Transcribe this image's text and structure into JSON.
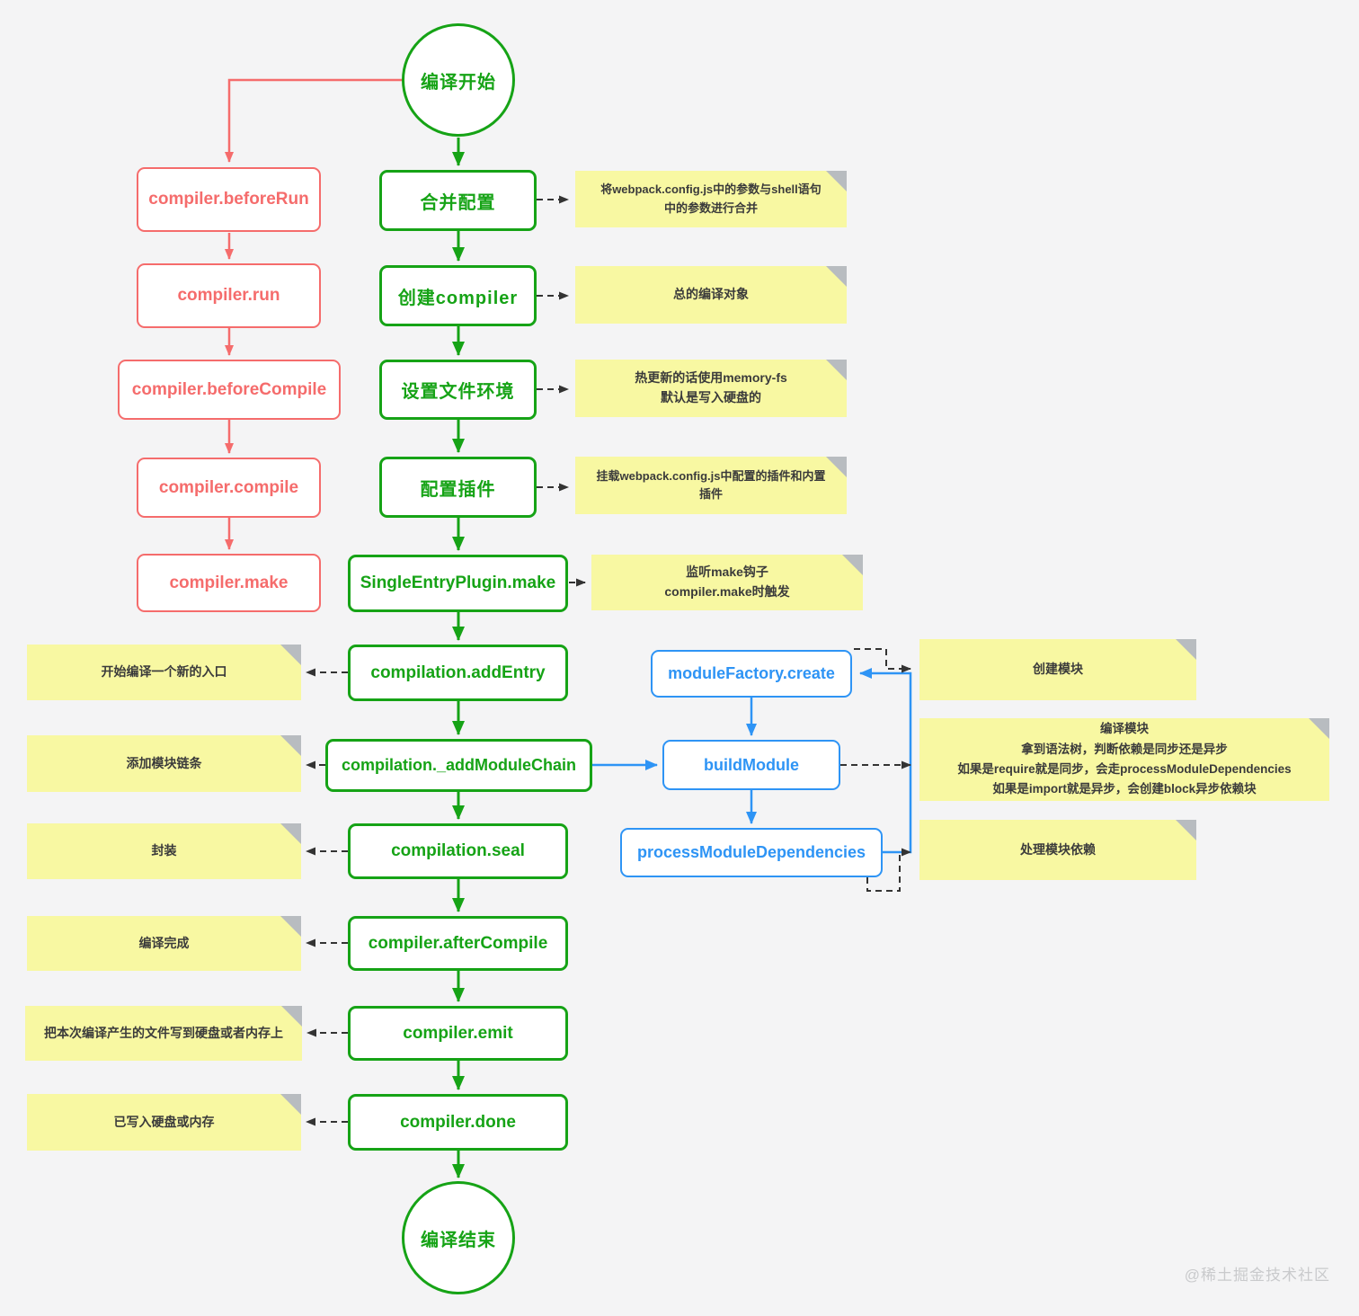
{
  "background": "#f4f4f5",
  "colors": {
    "green": "#16a316",
    "red": "#f56c6c",
    "blue": "#2e94f5",
    "note_bg": "#f8f8a2",
    "note_fold": "#b8bcc0",
    "note_text": "#3b3b3b",
    "connector": "#333333",
    "watermark": "#c9cacc"
  },
  "start_node": {
    "label": "编译开始"
  },
  "end_node": {
    "label": "编译结束"
  },
  "red_chain": [
    {
      "label": "compiler.beforeRun"
    },
    {
      "label": "compiler.run"
    },
    {
      "label": "compiler.beforeCompile"
    },
    {
      "label": "compiler.compile"
    },
    {
      "label": "compiler.make"
    }
  ],
  "green_chain": [
    {
      "label": "合并配置"
    },
    {
      "label": "创建compiler"
    },
    {
      "label": "设置文件环境"
    },
    {
      "label": "配置插件"
    },
    {
      "label": "SingleEntryPlugin.make"
    },
    {
      "label": "compilation.addEntry"
    },
    {
      "label": "compilation._addModuleChain"
    },
    {
      "label": "compilation.seal"
    },
    {
      "label": "compiler.afterCompile"
    },
    {
      "label": "compiler.emit"
    },
    {
      "label": "compiler.done"
    }
  ],
  "blue_chain": [
    {
      "label": "moduleFactory.create"
    },
    {
      "label": "buildModule"
    },
    {
      "label": "processModuleDependencies"
    }
  ],
  "notes_right_top": [
    {
      "text": "将webpack.config.js中的参数与shell语句\n中的参数进行合并"
    },
    {
      "text": "总的编译对象"
    },
    {
      "text": "热更新的话使用memory-fs\n默认是写入硬盘的"
    },
    {
      "text": "挂载webpack.config.js中配置的插件和内置\n插件"
    },
    {
      "text": "监听make钩子\ncompiler.make时触发"
    }
  ],
  "notes_left": [
    {
      "text": "开始编译一个新的入口"
    },
    {
      "text": "添加模块链条"
    },
    {
      "text": "封装"
    },
    {
      "text": "编译完成"
    },
    {
      "text": "把本次编译产生的文件写到硬盘或者内存上"
    },
    {
      "text": "已写入硬盘或内存"
    }
  ],
  "notes_far_right": [
    {
      "text": "创建模块"
    },
    {
      "text": "编译模块\n拿到语法树，判断依赖是同步还是异步\n如果是require就是同步，会走processModuleDependencies\n如果是import就是异步，会创建block异步依赖块"
    },
    {
      "text": "处理模块依赖"
    }
  ],
  "watermark": "@稀土掘金技术社区"
}
